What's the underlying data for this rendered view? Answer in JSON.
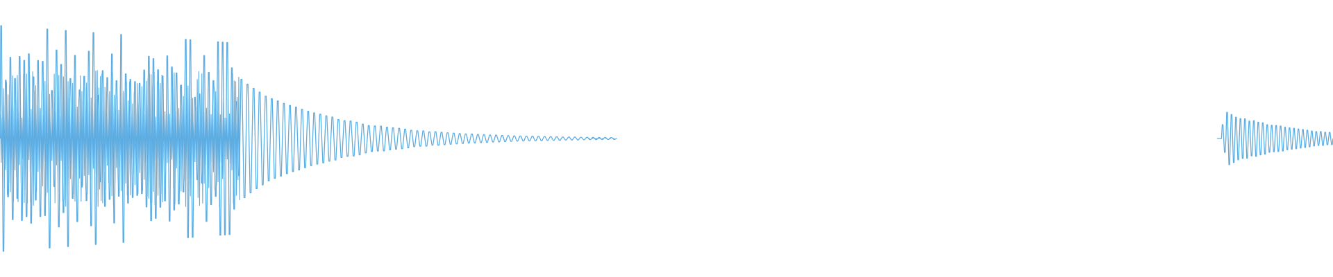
{
  "waveform": {
    "color": "#5DADE2",
    "segments": [
      {
        "kind": "dense-burst",
        "start": 0.0,
        "end": 0.18,
        "peak": 1.0,
        "cycles": 52
      },
      {
        "kind": "decay-tail",
        "start": 0.18,
        "end": 0.462,
        "peak": 0.5,
        "decay": 4.2,
        "cycles": 62
      },
      {
        "kind": "decay-tail",
        "start": 0.913,
        "end": 1.0,
        "peak": 0.25,
        "decay": 1.6,
        "cycles": 26
      }
    ]
  }
}
